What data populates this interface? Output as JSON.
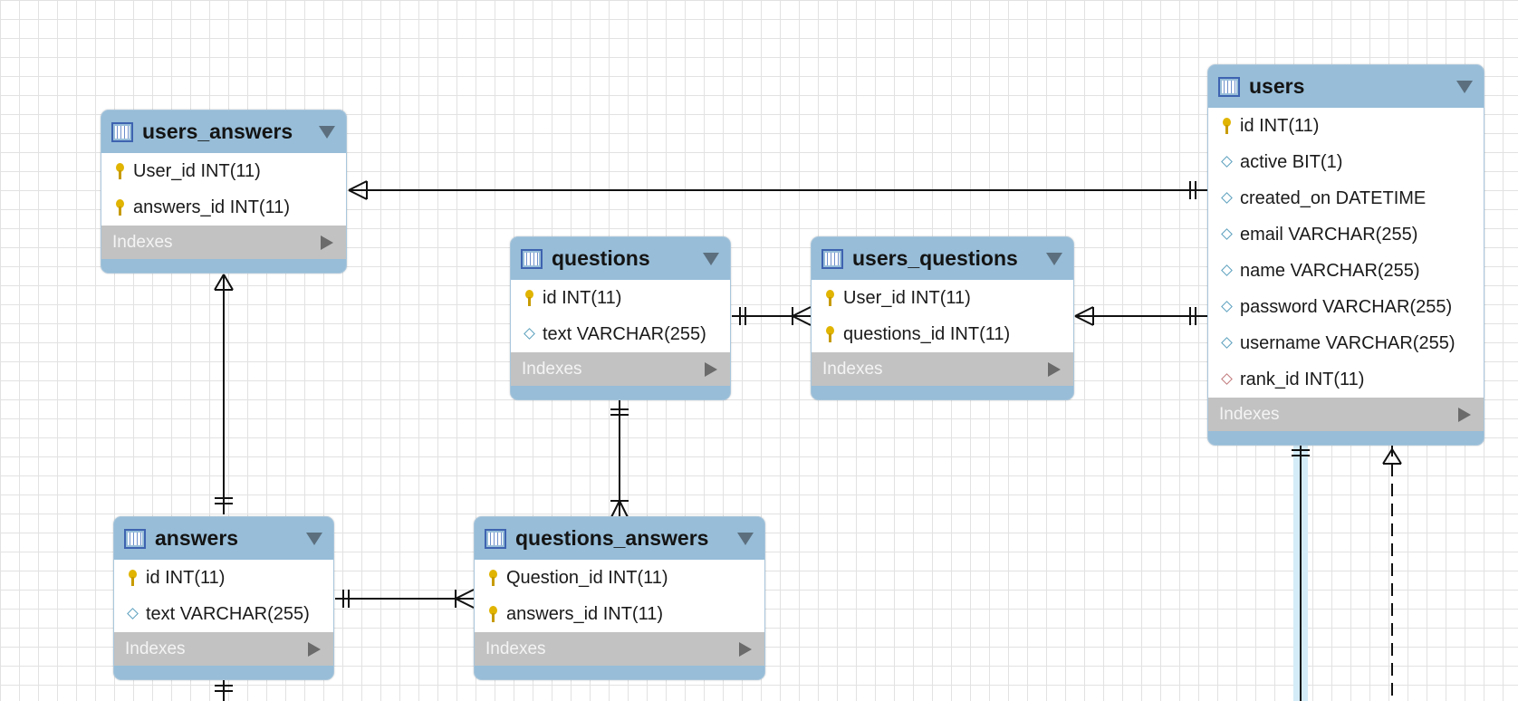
{
  "tables": {
    "users_answers": {
      "title": "users_answers",
      "columns": [
        "User_id INT(11)",
        "answers_id INT(11)"
      ],
      "indexes_label": "Indexes"
    },
    "questions": {
      "title": "questions",
      "columns": [
        "id INT(11)",
        "text VARCHAR(255)"
      ],
      "indexes_label": "Indexes"
    },
    "users_questions": {
      "title": "users_questions",
      "columns": [
        "User_id INT(11)",
        "questions_id INT(11)"
      ],
      "indexes_label": "Indexes"
    },
    "users": {
      "title": "users",
      "columns": [
        "id INT(11)",
        "active BIT(1)",
        "created_on DATETIME",
        "email VARCHAR(255)",
        "name VARCHAR(255)",
        "password VARCHAR(255)",
        "username VARCHAR(255)",
        "rank_id INT(11)"
      ],
      "indexes_label": "Indexes"
    },
    "answers": {
      "title": "answers",
      "columns": [
        "id INT(11)",
        "text VARCHAR(255)"
      ],
      "indexes_label": "Indexes"
    },
    "questions_answers": {
      "title": "questions_answers",
      "columns": [
        "Question_id INT(11)",
        "answers_id INT(11)"
      ],
      "indexes_label": "Indexes"
    }
  },
  "icons": {
    "table": "table-grid-icon",
    "primary_key": "key-icon",
    "column": "diamond-icon",
    "foreign_key": "fk-diamond-icon",
    "collapse": "triangle-down-icon",
    "expand": "triangle-right-icon"
  },
  "colors": {
    "header": "#97bdd8",
    "indexes_bar": "#c2c2c2",
    "key": "#e0b400",
    "column_marker": "#5a9fbd",
    "fk_marker": "#c0777a",
    "line": "#111111",
    "selected_line": "#bfe3f2"
  }
}
